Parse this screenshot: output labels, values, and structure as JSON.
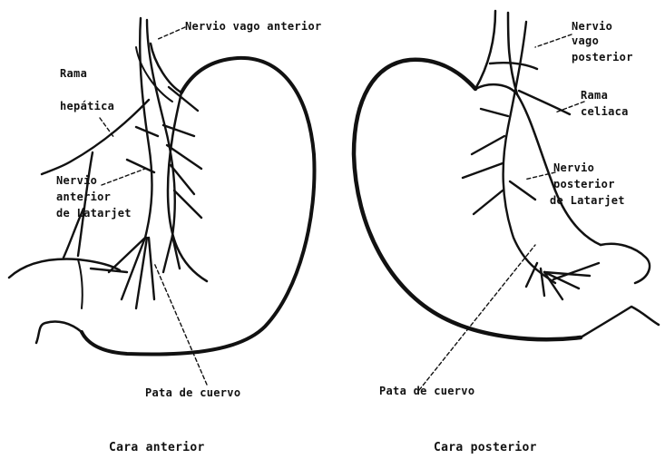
{
  "colors": {
    "ink": "#111111",
    "background": "#ffffff"
  },
  "anterior": {
    "labels": {
      "vagus": "Nervio vago anterior",
      "hepatic_1": "Rama",
      "hepatic_2": "hepática",
      "latarjet_1": "Nervio",
      "latarjet_2": "anterior",
      "latarjet_3": "de Latarjet",
      "crow_foot": "Pata de cuervo"
    },
    "caption": "Cara anterior"
  },
  "posterior": {
    "labels": {
      "vagus_1": "Nervio",
      "vagus_2": "vago",
      "vagus_3": "posterior",
      "celiac_1": "Rama",
      "celiac_2": "celiaca",
      "latarjet_1": "Nervio",
      "latarjet_2": "posterior",
      "latarjet_3": "de Latarjet",
      "crow_foot": "Pata de cuervo"
    },
    "caption": "Cara posterior"
  }
}
